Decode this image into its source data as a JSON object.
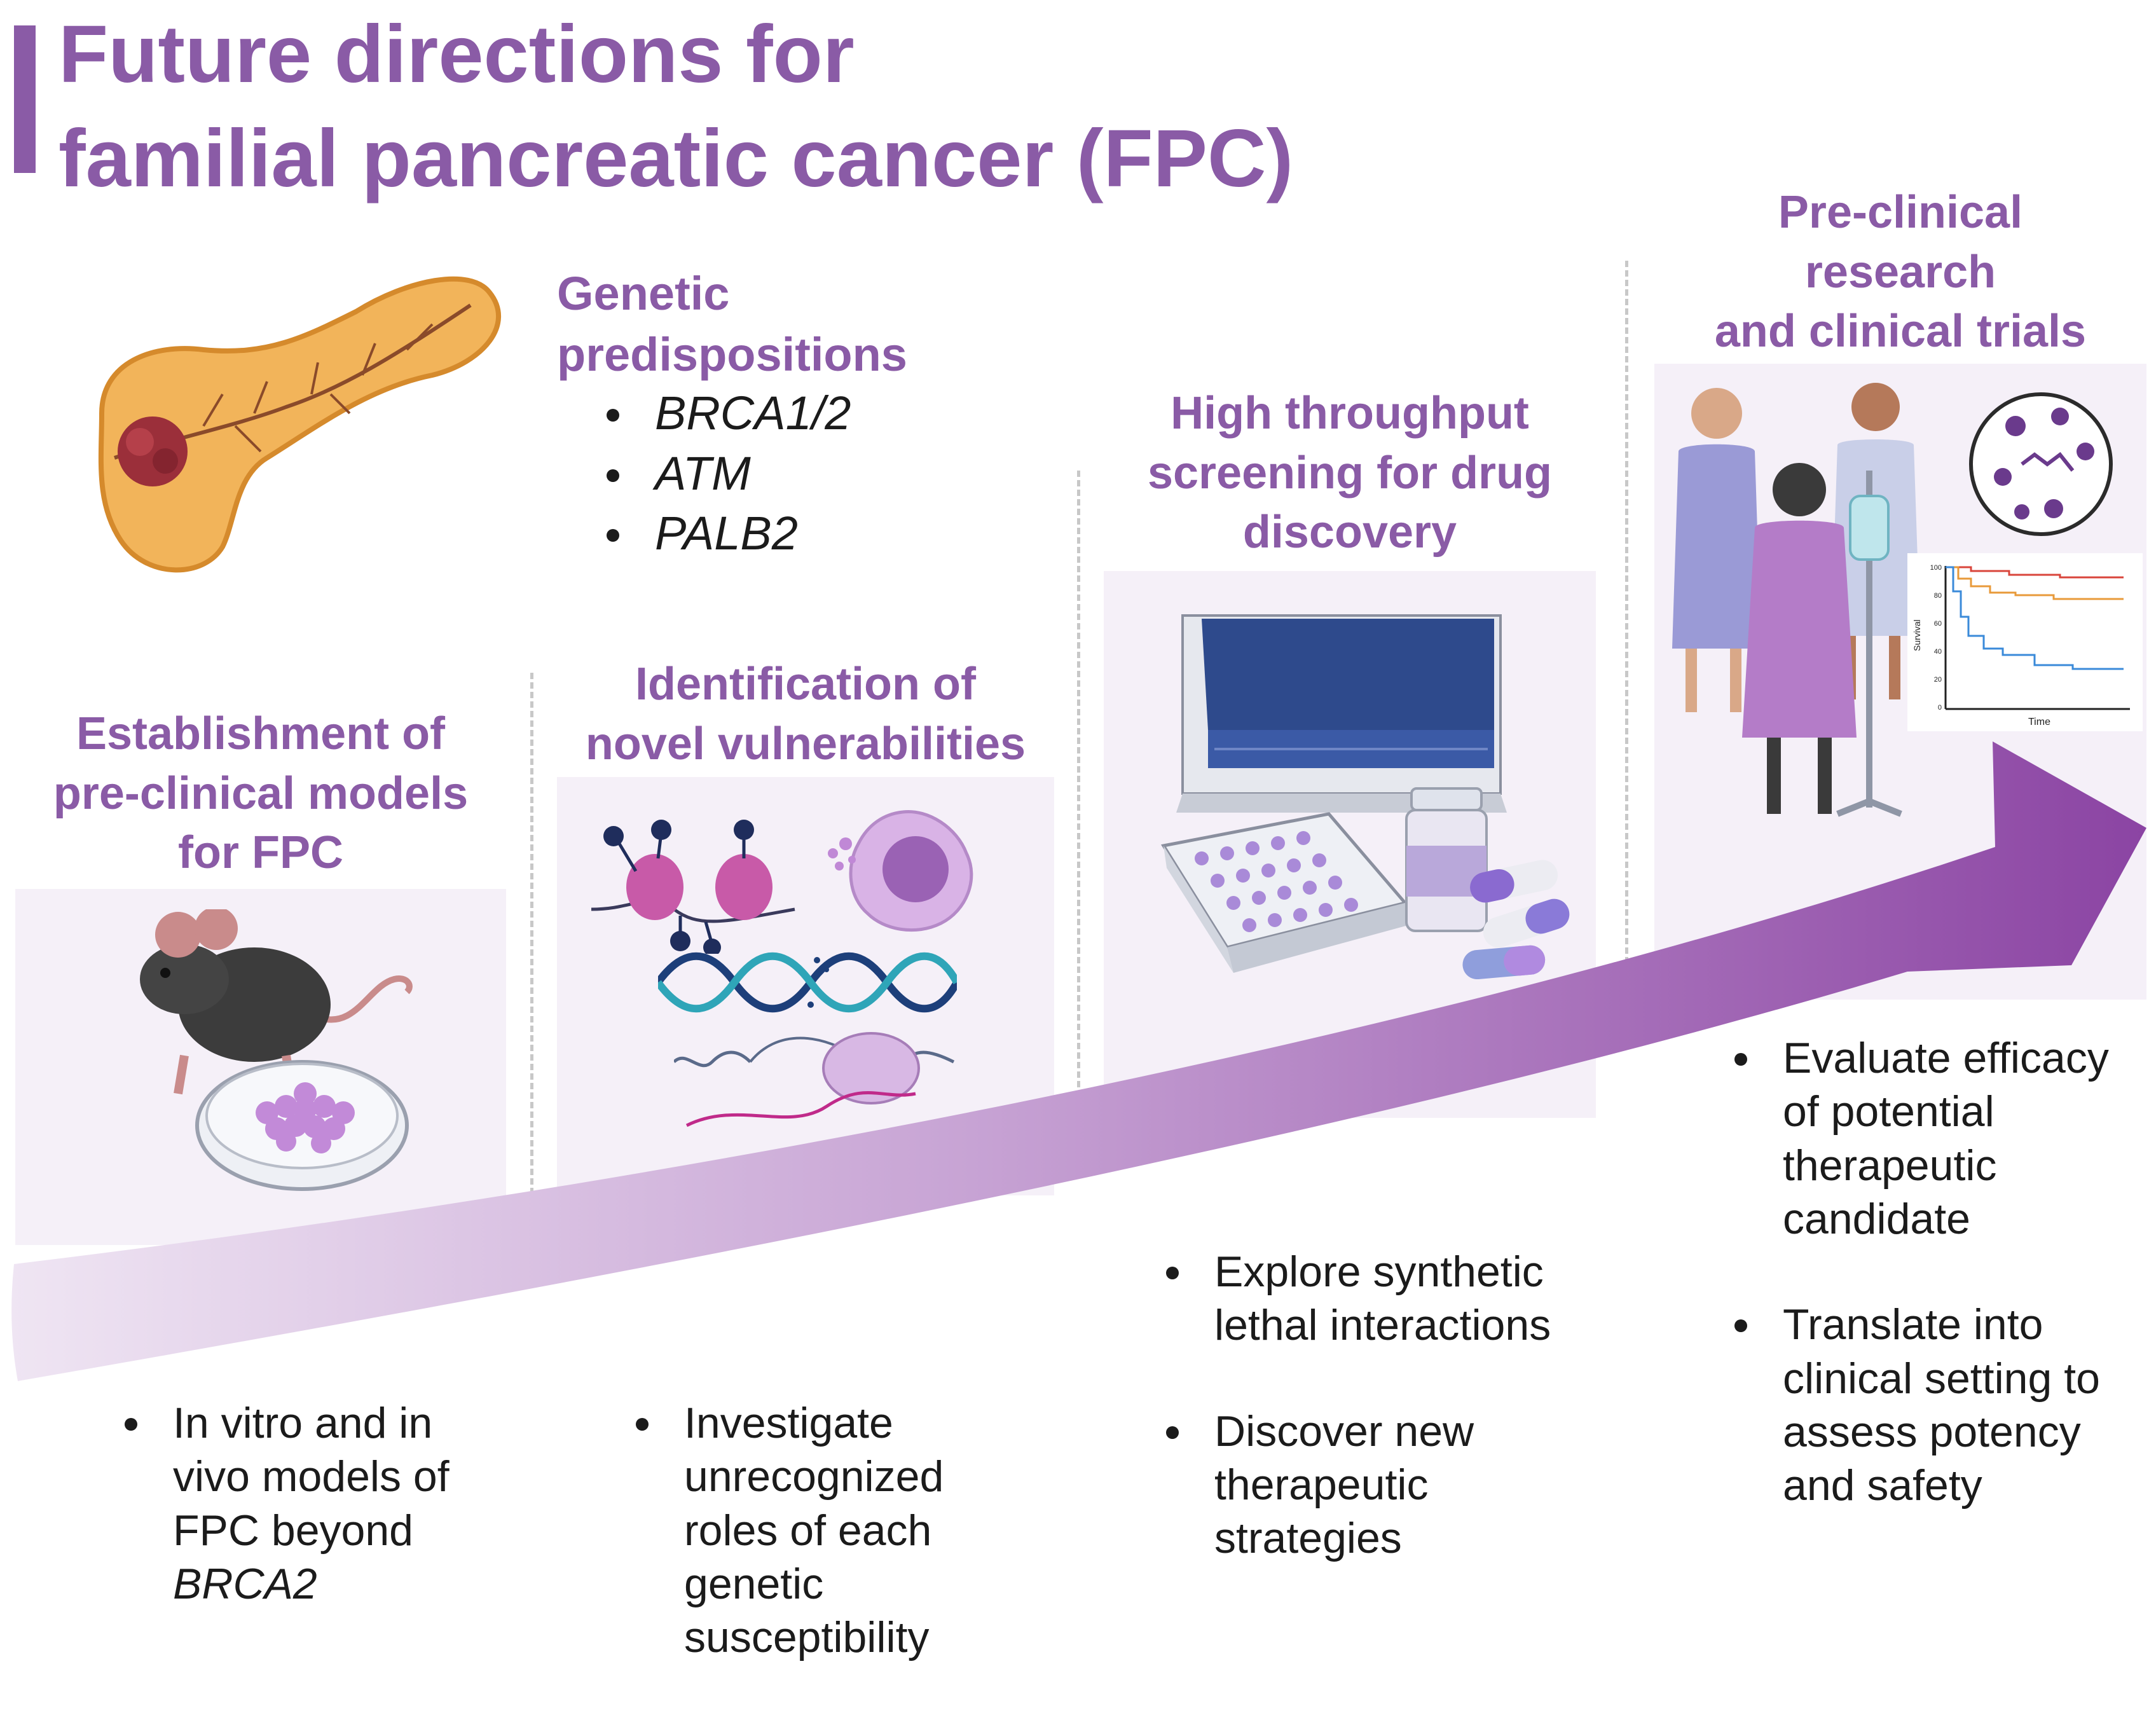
{
  "title": {
    "line1": "Future directions for",
    "line2": "familial pancreatic cancer (FPC)"
  },
  "genetic": {
    "heading_line1": "Genetic",
    "heading_line2": "predispositions",
    "genes": [
      "BRCA1/2",
      "ATM",
      "PALB2"
    ]
  },
  "stage1": {
    "heading": [
      "Establishment of",
      "pre-clinical models",
      "for FPC"
    ],
    "bullets": [
      "In vitro and in vivo models of FPC beyond"
    ],
    "bullet_italic": "BRCA2"
  },
  "stage2": {
    "heading": [
      "Identification of",
      "novel vulnerabilities"
    ],
    "bullets": [
      "Investigate unrecognized roles of each genetic susceptibility"
    ]
  },
  "stage3": {
    "heading": [
      "High throughput",
      "screening for drug",
      "discovery"
    ],
    "bullets": [
      "Explore synthetic lethal interactions",
      "Discover new therapeutic strategies"
    ]
  },
  "stage4": {
    "heading": [
      "Pre-clinical",
      "research",
      "and clinical trials"
    ],
    "bullets": [
      "Evaluate efficacy of potential therapeutic candidate",
      "Translate into clinical setting to assess potency and safety"
    ]
  },
  "survival_plot": {
    "ylabel": "Survival",
    "xlabel": "Time",
    "yticks": [
      "100",
      "80",
      "60",
      "40",
      "20",
      "0"
    ]
  },
  "colors": {
    "accent": "#8a5ba6",
    "panel": "#f5f0f8",
    "arrow_start": "#ece1f1",
    "arrow_end": "#8b44a3"
  },
  "icons": [
    "pancreas-tumor-icon",
    "mouse-icon",
    "petri-dish-icon",
    "nucleosome-icon",
    "cell-icon",
    "dna-helix-icon",
    "ribosome-icon",
    "plate-reader-icon",
    "well-plate-icon",
    "pill-bottle-icon",
    "capsule-icon",
    "patients-icon",
    "iv-drip-icon",
    "molecules-icon",
    "survival-curve-icon",
    "progress-arrow"
  ]
}
